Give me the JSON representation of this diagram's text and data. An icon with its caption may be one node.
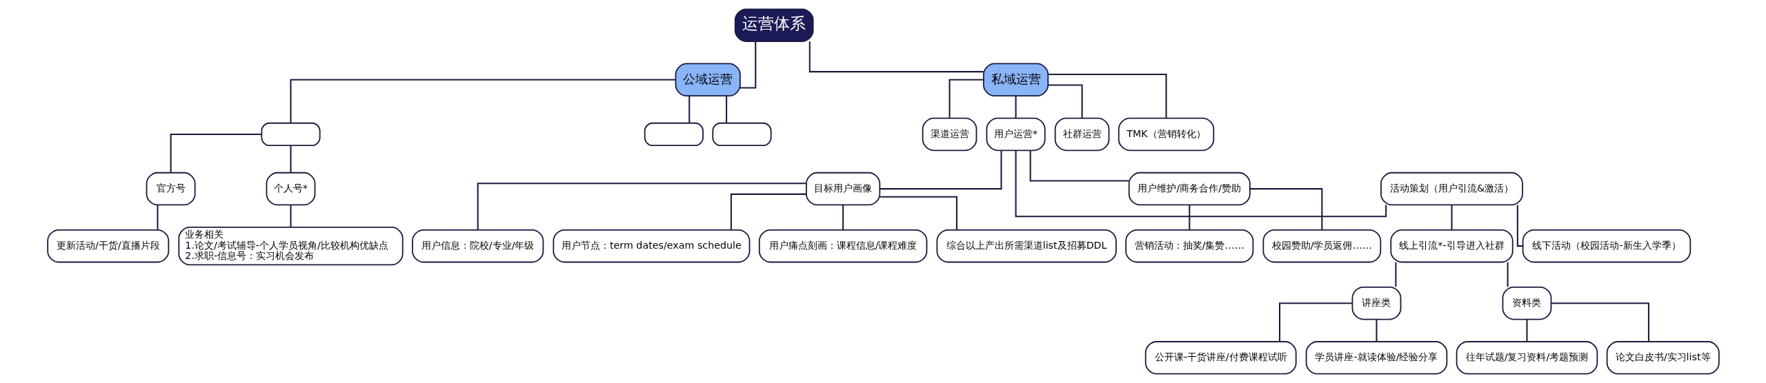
{
  "diagram": {
    "nodes": [
      {
        "text": [
          "运营体系"
        ]
      },
      {
        "text": [
          "公域运营"
        ]
      },
      {
        "text": [
          "私域运营"
        ]
      },
      {
        "text": [],
        "shape": "box"
      },
      {
        "text": [],
        "shape": "box"
      },
      {
        "text": [],
        "shape": "box"
      },
      {
        "text": [
          "官方号"
        ]
      },
      {
        "text": [
          "更新活动/干货/直播片段"
        ]
      },
      {
        "text": [
          "个人号*"
        ]
      },
      {
        "text": [
          "业务相关",
          "1.论文/考试辅导-个人学员视角/比较机构优缺点",
          "2.求职-信息号：实习机会发布"
        ]
      },
      {
        "text": [
          "渠道运营"
        ]
      },
      {
        "text": [
          "用户运营*"
        ]
      },
      {
        "text": [
          "社群运营"
        ]
      },
      {
        "text": [
          "TMK（营销转化）"
        ]
      },
      {
        "text": [
          "目标用户画像"
        ]
      },
      {
        "text": [
          "用户维护/商务合作/赞助"
        ]
      },
      {
        "text": [
          "活动策划（用户引流&激活）"
        ]
      },
      {
        "text": [
          "用户信息：院校/专业/年级"
        ]
      },
      {
        "text": [
          "用户节点：term dates/exam schedule"
        ]
      },
      {
        "text": [
          "用户痛点刻画：课程信息/课程难度"
        ]
      },
      {
        "text": [
          "综合以上产出所需渠道list及招募DDL"
        ]
      },
      {
        "text": [
          "营销活动：抽奖/集赞……"
        ]
      },
      {
        "text": [
          "校园赞助/学员返佣……"
        ]
      },
      {
        "text": [
          "线上引流*-引导进入社群"
        ]
      },
      {
        "text": [
          "线下活动（校园活动-新生入学季）"
        ]
      },
      {
        "text": [
          "讲座类"
        ]
      },
      {
        "text": [
          "资料类"
        ]
      },
      {
        "text": [
          "公开课-干货讲座/付费课程试听"
        ]
      },
      {
        "text": [
          "学员讲座-就读体验/经验分享"
        ]
      },
      {
        "text": [
          "往年试题/复习资料/考题预测"
        ]
      },
      {
        "text": [
          "论文白皮书/实习list等"
        ]
      }
    ],
    "edges": [
      {
        "from": 0,
        "to": 1,
        "arrow": "none"
      },
      {
        "from": 0,
        "to": 2,
        "arrow": "none"
      },
      {
        "from": 1,
        "to": 3,
        "arrow": "none"
      },
      {
        "from": 1,
        "to": 4,
        "arrow": "none"
      },
      {
        "from": 1,
        "to": 5,
        "arrow": "none"
      },
      {
        "from": 3,
        "to": 6,
        "arrow": "none"
      },
      {
        "from": 6,
        "to": 7,
        "arrow": "none"
      },
      {
        "from": 3,
        "to": 8,
        "arrow": "none"
      },
      {
        "from": 8,
        "to": 9,
        "arrow": "none"
      },
      {
        "from": 2,
        "to": 10,
        "arrow": "none"
      },
      {
        "from": 2,
        "to": 11,
        "arrow": "none"
      },
      {
        "from": 2,
        "to": 12,
        "arrow": "none"
      },
      {
        "from": 2,
        "to": 13,
        "arrow": "none"
      },
      {
        "from": 11,
        "to": 14,
        "arrow": "none"
      },
      {
        "from": 11,
        "to": 15,
        "arrow": "none"
      },
      {
        "from": 11,
        "to": 16,
        "arrow": "none"
      },
      {
        "from": 14,
        "to": 17,
        "arrow": "none"
      },
      {
        "from": 14,
        "to": 18,
        "arrow": "none"
      },
      {
        "from": 14,
        "to": 19,
        "arrow": "none"
      },
      {
        "from": 14,
        "to": 20,
        "arrow": "none"
      },
      {
        "from": 15,
        "to": 21,
        "arrow": "none"
      },
      {
        "from": 15,
        "to": 22,
        "arrow": "none"
      },
      {
        "from": 16,
        "to": 23,
        "arrow": "none"
      },
      {
        "from": 16,
        "to": 24,
        "arrow": "none"
      },
      {
        "from": 23,
        "to": 25,
        "arrow": "none"
      },
      {
        "from": 23,
        "to": 26,
        "arrow": "none"
      },
      {
        "from": 25,
        "to": 27,
        "arrow": "none"
      },
      {
        "from": 25,
        "to": 28,
        "arrow": "none"
      },
      {
        "from": 26,
        "to": 29,
        "arrow": "none"
      },
      {
        "from": 26,
        "to": 30,
        "arrow": "none"
      }
    ]
  }
}
